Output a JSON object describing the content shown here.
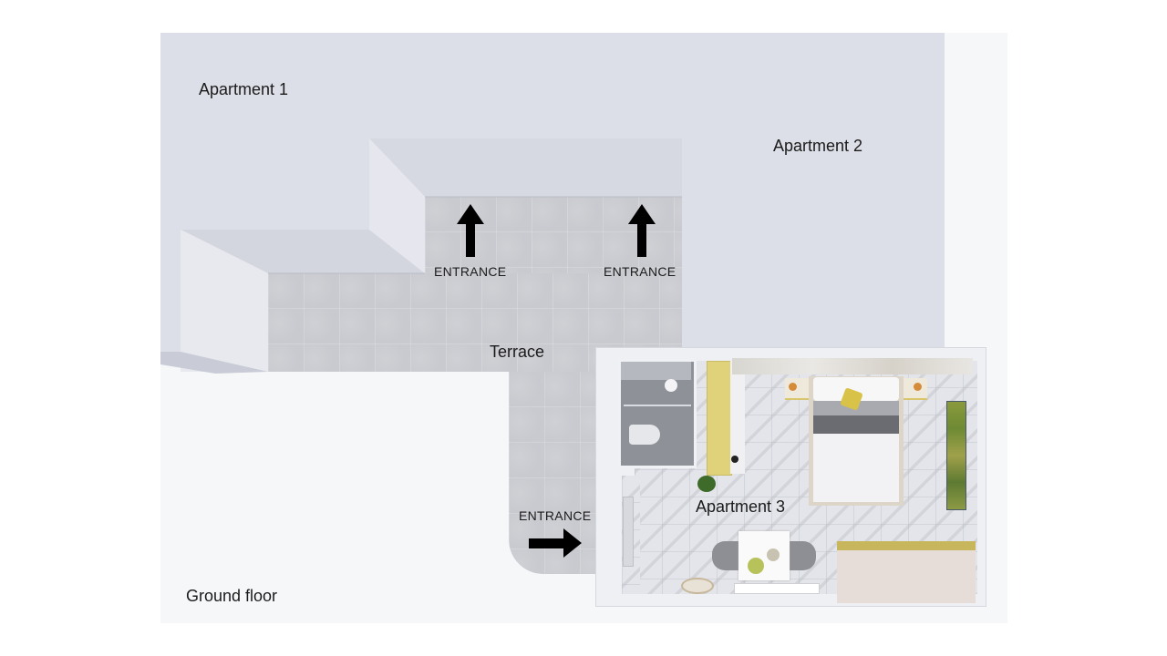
{
  "plan": {
    "title": "Ground floor",
    "areas": {
      "apartment_1": "Apartment 1",
      "apartment_2": "Apartment 2",
      "apartment_3": "Apartment 3",
      "terrace": "Terrace"
    },
    "entrances": [
      {
        "label": "ENTRANCE",
        "direction": "up",
        "target": "Apartment 1"
      },
      {
        "label": "ENTRANCE",
        "direction": "up",
        "target": "Apartment 2"
      },
      {
        "label": "ENTRANCE",
        "direction": "right",
        "target": "Apartment 3"
      }
    ],
    "apartment_3_furniture": [
      "bathroom with shower and toilet",
      "yellow wardrobe",
      "double bed",
      "two nightstands",
      "wall painting",
      "dining table with two chairs",
      "plant",
      "rug",
      "storage bench"
    ]
  },
  "colors": {
    "apartment_block": "#dcdee8",
    "terrace_tile": "#c9cacf",
    "background": "#f6f7f9",
    "wardrobe": "#e3d27a",
    "arrow": "#000000"
  }
}
